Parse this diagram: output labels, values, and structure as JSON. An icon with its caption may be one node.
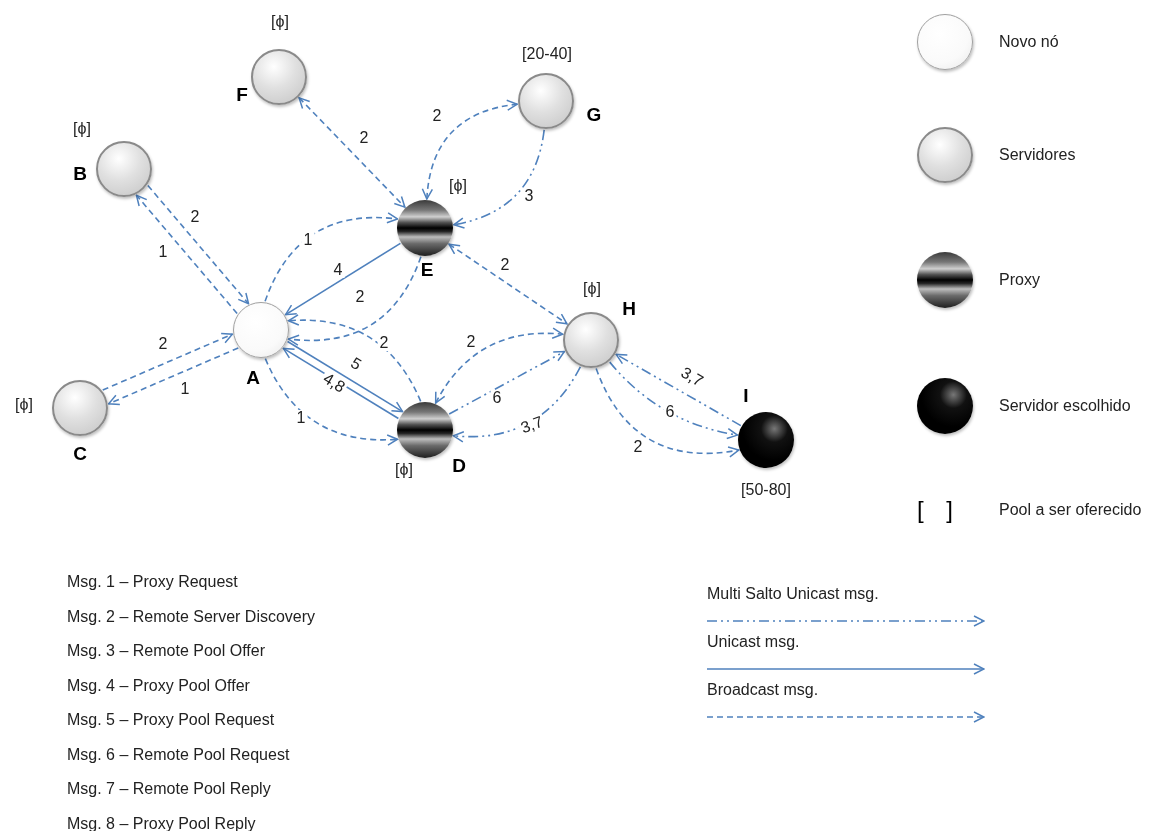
{
  "diagram": {
    "nodes": [
      {
        "text": [
          "F"
        ],
        "beside": [
          "[ϕ]"
        ]
      },
      {
        "text": [
          "G"
        ],
        "beside": [
          "[20-40]"
        ]
      },
      {
        "text": [
          "B"
        ],
        "beside": [
          "[ϕ]"
        ]
      },
      {
        "text": [
          "E"
        ],
        "beside": [
          "[ϕ]"
        ]
      },
      {
        "text": [
          "A"
        ]
      },
      {
        "text": [
          "H"
        ],
        "beside": [
          "[ϕ]"
        ]
      },
      {
        "text": [
          "C"
        ],
        "beside": [
          "[ϕ]"
        ]
      },
      {
        "text": [
          "D"
        ],
        "beside": [
          "[ϕ]"
        ]
      },
      {
        "text": [
          "I"
        ],
        "beside": [
          "[50-80]"
        ]
      },
      {
        "text": [],
        "shape": "circle"
      },
      {
        "text": [],
        "shape": "circle"
      },
      {
        "text": [],
        "shape": "circle"
      },
      {
        "text": [],
        "shape": "circle"
      }
    ],
    "edges": [
      {
        "from": 4,
        "to": 2,
        "arrow": "to",
        "label": "1",
        "style": "dashed"
      },
      {
        "from": 2,
        "to": 4,
        "arrow": "to",
        "label": "2",
        "style": "dashed"
      },
      {
        "from": 4,
        "to": 6,
        "arrow": "to",
        "label": "1",
        "style": "dashed"
      },
      {
        "from": 6,
        "to": 4,
        "arrow": "to",
        "label": "2",
        "style": "dashed"
      },
      {
        "from": 4,
        "to": 3,
        "arrow": "to",
        "label": "1",
        "style": "dashed"
      },
      {
        "from": 3,
        "to": 4,
        "arrow": "to",
        "label": "4"
      },
      {
        "from": 3,
        "to": 4,
        "arrow": "to",
        "label": "2",
        "style": "dashed"
      },
      {
        "from": 7,
        "to": 4,
        "arrow": "to",
        "label": "2",
        "style": "dashed"
      },
      {
        "from": 4,
        "to": 7,
        "arrow": "to",
        "label": "5"
      },
      {
        "from": 7,
        "to": 4,
        "arrow": "to",
        "label": "4,8"
      },
      {
        "from": 4,
        "to": 7,
        "arrow": "to",
        "label": "1",
        "style": "dashed"
      },
      {
        "from": 0,
        "to": 3,
        "arrow": "both",
        "label": "2",
        "style": "dashed"
      },
      {
        "from": 3,
        "to": 1,
        "arrow": "both",
        "label": "2",
        "style": "dashed"
      },
      {
        "from": 1,
        "to": 3,
        "arrow": "to",
        "label": "3",
        "style": "dashed"
      },
      {
        "from": 3,
        "to": 5,
        "arrow": "both",
        "label": "2",
        "style": "dashed"
      },
      {
        "from": 7,
        "to": 5,
        "arrow": "both",
        "label": "2",
        "style": "dashed"
      },
      {
        "from": 7,
        "to": 5,
        "arrow": "to",
        "label": "6",
        "style": "dashed"
      },
      {
        "from": 5,
        "to": 7,
        "arrow": "to",
        "label": "3,7",
        "style": "dashed"
      },
      {
        "from": 8,
        "to": 5,
        "arrow": "to",
        "label": "3,7",
        "style": "dashed"
      },
      {
        "from": 5,
        "to": 8,
        "arrow": "to",
        "label": "6",
        "style": "dashed"
      },
      {
        "from": 5,
        "to": 8,
        "arrow": "to",
        "label": "2",
        "style": "dashed"
      }
    ],
    "labels": [
      "[ ]",
      "Msg. 1 – Proxy Request",
      "Msg. 2 – Remote Server Discovery",
      "Msg. 3 – Remote Pool Offer",
      "Msg. 4 – Proxy Pool Offer",
      "Msg. 5 – Proxy Pool Request",
      "Msg. 6 – Remote Pool Request",
      "Msg. 7 – Remote Pool Reply",
      "Msg. 8 – Proxy Pool Reply"
    ],
    "legend": [
      {
        "text": "Novo nó"
      },
      {
        "text": "Servidores"
      },
      {
        "text": "Proxy"
      },
      {
        "text": "Servidor escolhido"
      },
      {
        "text": "Pool a ser oferecido"
      },
      {
        "text": "Multi Salto Unicast msg."
      },
      {
        "text": "Unicast msg."
      },
      {
        "text": "Broadcast msg."
      }
    ]
  }
}
